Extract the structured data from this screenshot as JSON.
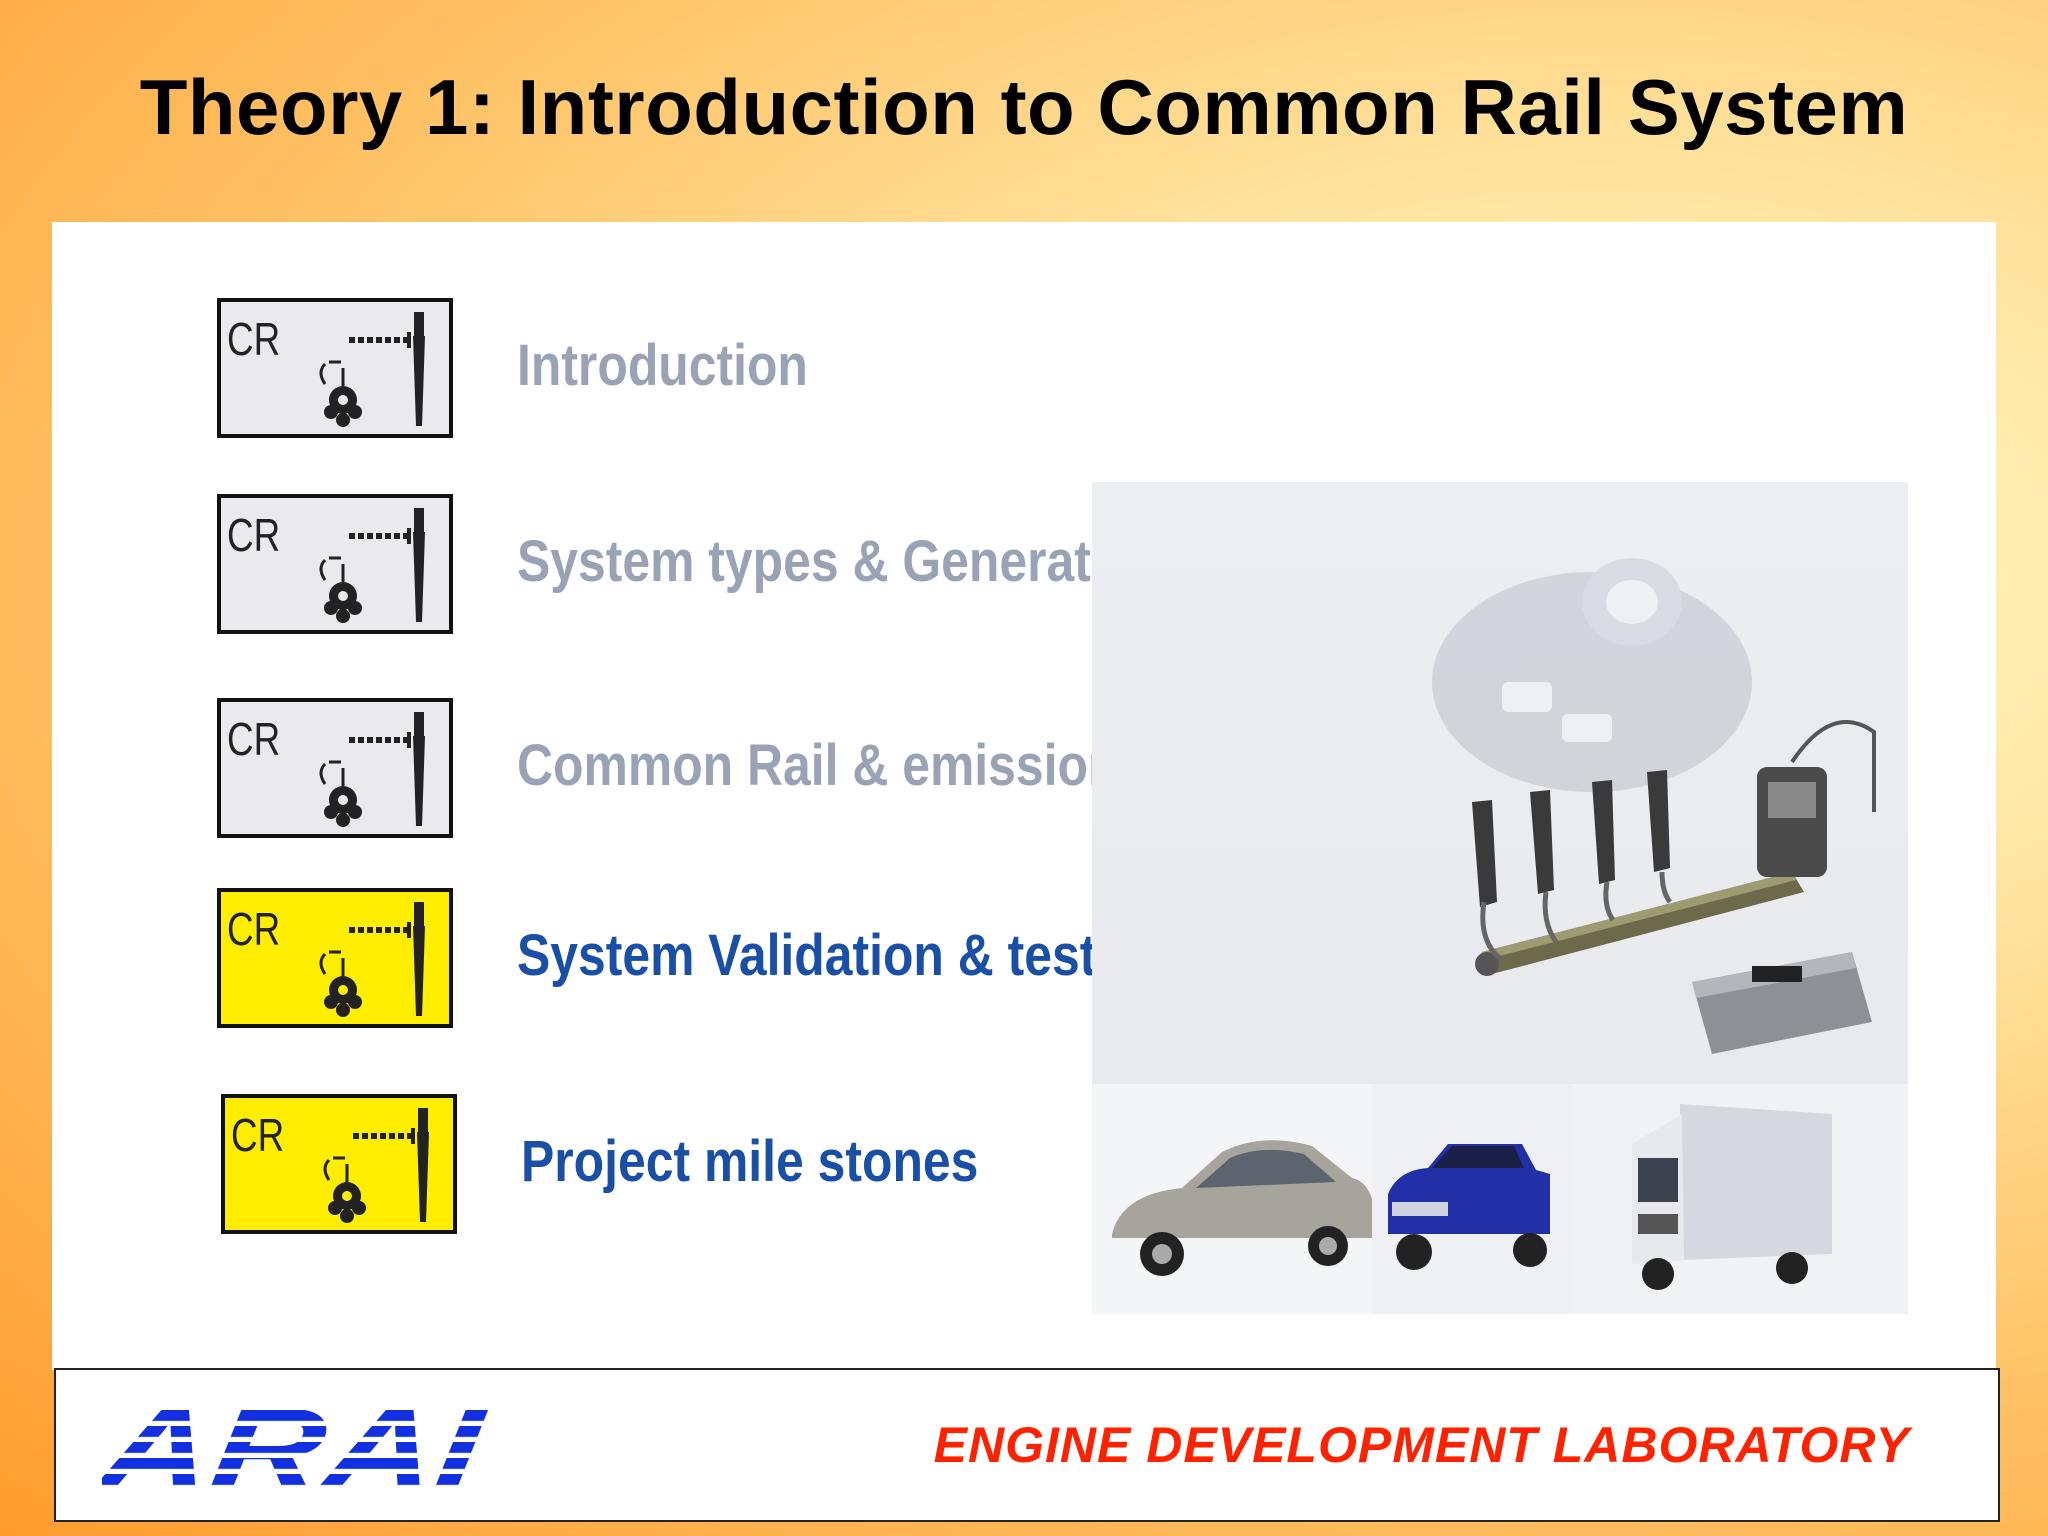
{
  "slide": {
    "title": "Theory 1: Introduction to Common Rail System"
  },
  "agenda": {
    "icon_text": "CR",
    "items": [
      {
        "label": "Introduction",
        "state": "inactive"
      },
      {
        "label": "System types & Generations",
        "state": "inactive"
      },
      {
        "label": "Common Rail & emission strategy",
        "state": "inactive"
      },
      {
        "label": "System Validation & tests",
        "state": "active"
      },
      {
        "label": "Project mile stones",
        "state": "active"
      }
    ]
  },
  "colors": {
    "inactive_text": "#9aa3b6",
    "active_text": "#1a4fa8",
    "active_icon_bg": "#ffee00",
    "inactive_icon_bg": "#e9e9ee",
    "logo_blue": "#1230e0",
    "lab_red": "#ff2200"
  },
  "photos": {
    "components": "common-rail-components-photo",
    "vehicles": [
      "sedan-car",
      "pickup-truck",
      "box-truck"
    ]
  },
  "footer": {
    "logo_text": "ARAI",
    "lab_name": "ENGINE DEVELOPMENT LABORATORY"
  }
}
